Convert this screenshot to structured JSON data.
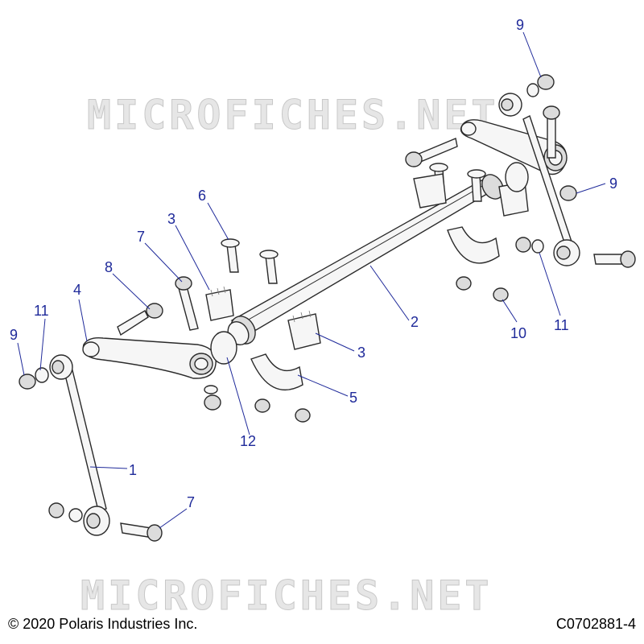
{
  "watermark": {
    "top": "MICROFICHES.NET",
    "bottom": "MICROFICHES.NET"
  },
  "footer": {
    "copyright": "© 2020 Polaris Industries Inc.",
    "diagram_code": "C0702881-4"
  },
  "callouts": [
    {
      "id": "c9a",
      "label": "9"
    },
    {
      "id": "c9b",
      "label": "9"
    },
    {
      "id": "c6",
      "label": "6"
    },
    {
      "id": "c3a",
      "label": "3"
    },
    {
      "id": "c7a",
      "label": "7"
    },
    {
      "id": "c8",
      "label": "8"
    },
    {
      "id": "c4",
      "label": "4"
    },
    {
      "id": "c2",
      "label": "2"
    },
    {
      "id": "c11a",
      "label": "11"
    },
    {
      "id": "c9c",
      "label": "9"
    },
    {
      "id": "c10",
      "label": "10"
    },
    {
      "id": "c11b",
      "label": "11"
    },
    {
      "id": "c3b",
      "label": "3"
    },
    {
      "id": "c5",
      "label": "5"
    },
    {
      "id": "c12",
      "label": "12"
    },
    {
      "id": "c1",
      "label": "1"
    },
    {
      "id": "c7b",
      "label": "7"
    }
  ],
  "colors": {
    "callout": "#1f2a9a",
    "line": "#2a2a2a",
    "watermark": "#c8c8c8"
  }
}
